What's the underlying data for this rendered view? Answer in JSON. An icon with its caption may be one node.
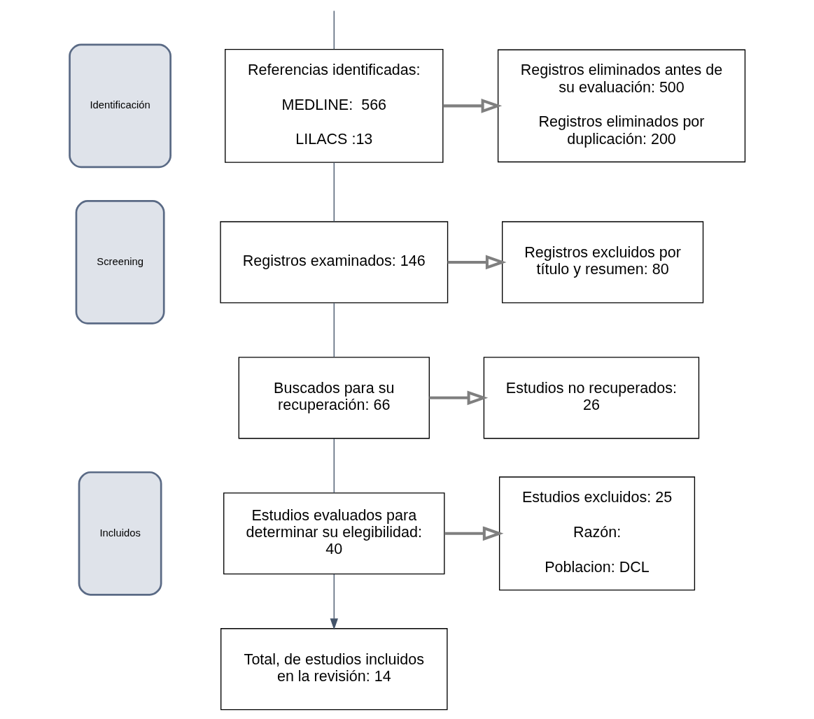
{
  "diagram": {
    "nodes": [
      {
        "text": [
          "Identificación"
        ]
      },
      {
        "text": [
          "Screening"
        ]
      },
      {
        "text": [
          "Incluidos"
        ]
      },
      {
        "text": [
          "Referencias identificadas:",
          "MEDLINE:  566",
          "LILACS :13"
        ]
      },
      {
        "text": [
          "Registros eliminados antes de su evaluación: 500",
          "Registros eliminados por duplicación: 200"
        ]
      },
      {
        "text": [
          "Registros examinados: 146"
        ]
      },
      {
        "text": [
          "Registros excluidos por título y resumen: 80"
        ]
      },
      {
        "text": [
          "Buscados para su recuperación: 66"
        ]
      },
      {
        "text": [
          "Estudios no recuperados: 26"
        ]
      },
      {
        "text": [
          "Estudios evaluados para determinar su elegibilidad: 40"
        ]
      },
      {
        "text": [
          "Estudios excluidos: 25",
          "Razón:",
          "Poblacion: DCL"
        ]
      },
      {
        "text": [
          "Total, de estudios incluidos en la revisión: 14"
        ]
      }
    ],
    "edges": [
      {
        "from": null,
        "to": 3,
        "arrow": "none"
      },
      {
        "from": 3,
        "to": 4,
        "arrow": "to",
        "style": "thick"
      },
      {
        "from": 3,
        "to": 5,
        "arrow": "none"
      },
      {
        "from": 5,
        "to": 6,
        "arrow": "to",
        "style": "thick"
      },
      {
        "from": 5,
        "to": 7,
        "arrow": "none"
      },
      {
        "from": 7,
        "to": 8,
        "arrow": "to",
        "style": "thick"
      },
      {
        "from": 7,
        "to": 9,
        "arrow": "none"
      },
      {
        "from": 9,
        "to": 10,
        "arrow": "to",
        "style": "thick"
      },
      {
        "from": 9,
        "to": 11,
        "arrow": "to"
      }
    ]
  }
}
